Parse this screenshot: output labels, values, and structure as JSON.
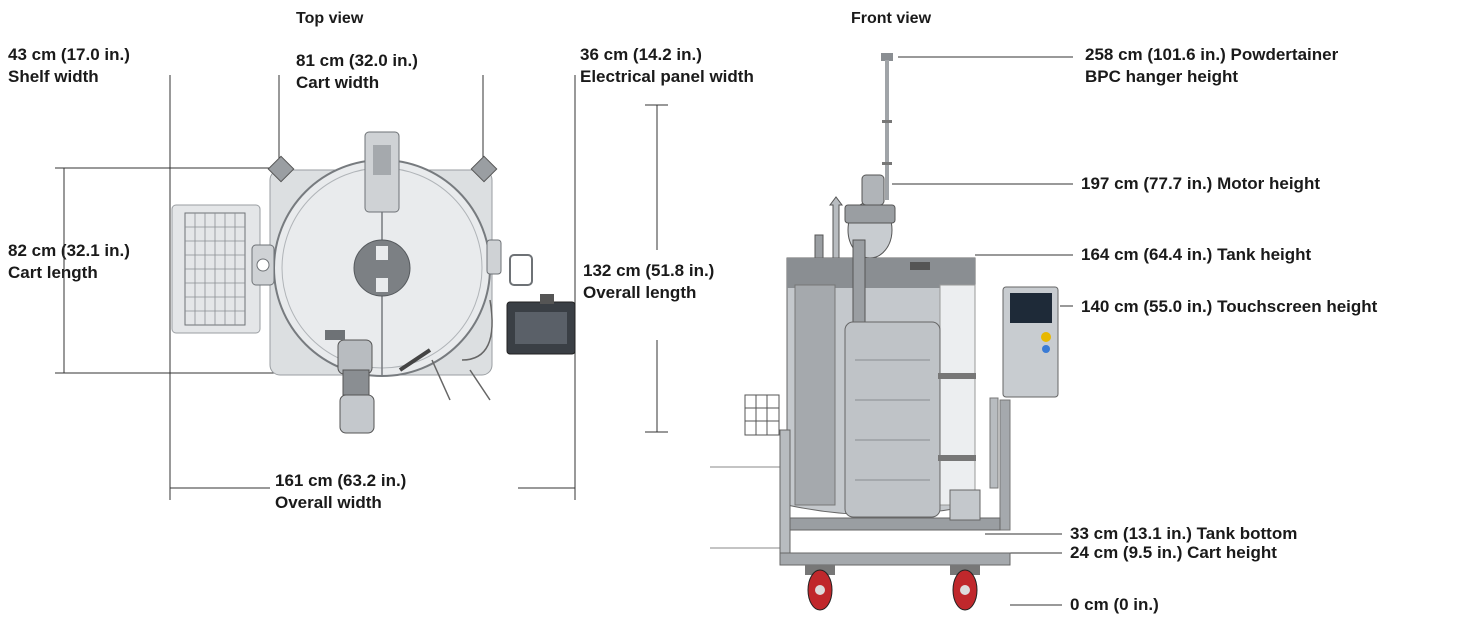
{
  "views": {
    "top": {
      "title": "Top view"
    },
    "front": {
      "title": "Front view"
    }
  },
  "top_dimensions": {
    "shelf_width": {
      "value": "43 cm (17.0 in.)",
      "name": "Shelf width"
    },
    "cart_width": {
      "value": "81 cm (32.0 in.)",
      "name": "Cart width"
    },
    "electrical_panel_width": {
      "value": "36 cm (14.2 in.)",
      "name": "Electrical panel width"
    },
    "cart_length": {
      "value": "82 cm (32.1 in.)",
      "name": "Cart length"
    },
    "overall_length": {
      "value": "132 cm (51.8 in.)",
      "name": "Overall length"
    },
    "overall_width": {
      "value": "161 cm (63.2 in.)",
      "name": "Overall width"
    }
  },
  "front_dimensions": {
    "powdertainer": {
      "value": "258 cm (101.6 in.) Powdertainer",
      "name": "BPC hanger height"
    },
    "motor": {
      "text": "197 cm (77.7 in.) Motor height"
    },
    "tank": {
      "text": "164 cm (64.4 in.) Tank height"
    },
    "touchscreen": {
      "text": "140 cm (55.0 in.) Touchscreen height"
    },
    "tank_bottom": {
      "text": "33 cm (13.1 in.) Tank bottom"
    },
    "cart_height": {
      "text": "24 cm (9.5 in.) Cart height"
    },
    "zero": {
      "text": "0 cm (0 in.)"
    }
  },
  "colors": {
    "steel": "#b8bcc0",
    "steel_dark": "#6e7276",
    "wheel_red": "#c0282c",
    "screen": "#1e2a38"
  }
}
